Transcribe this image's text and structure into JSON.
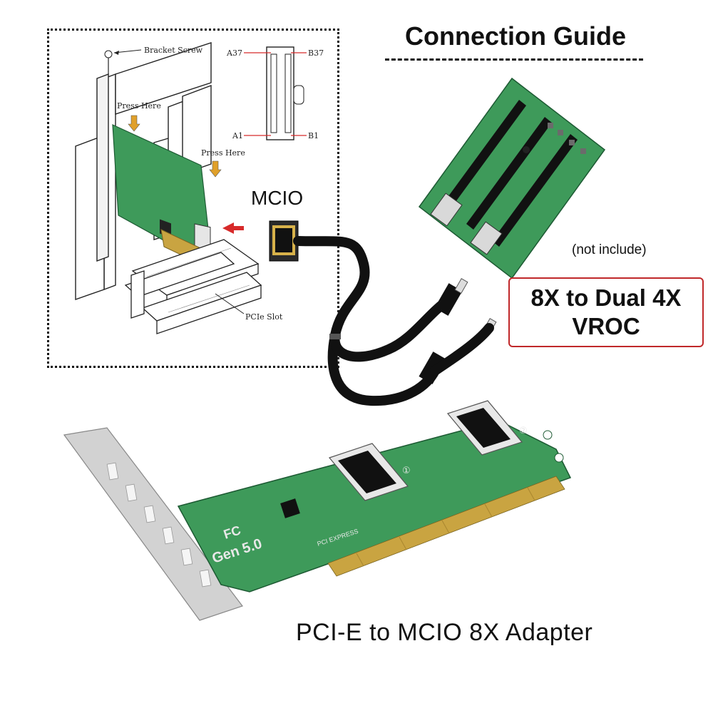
{
  "heading": "Connection Guide",
  "diagram": {
    "bracket_screw_label": "Bracket Screw",
    "press_here_1": "Press Here",
    "press_here_2": "Press Here",
    "pcie_slot_label": "PCIe Slot",
    "pin_a37": "A37",
    "pin_b37": "B37",
    "pin_a1": "A1",
    "pin_b1": "B1"
  },
  "cable_label": "MCIO",
  "not_included_note": "(not include)",
  "mode_box": {
    "line1": "8X to Dual 4X",
    "line2": "VROC"
  },
  "card_markings": {
    "gen": "Gen 5.0",
    "fc": "FC",
    "port1": "①",
    "port2": "②",
    "pci_express": "PCI EXPRESS"
  },
  "product_caption": "PCI-E  to MCIO 8X Adapter",
  "colors": {
    "pcb_green": "#3e9a5a",
    "accent_red": "#c0282a",
    "cable_black": "#111111",
    "gold_finger": "#c9a441"
  }
}
